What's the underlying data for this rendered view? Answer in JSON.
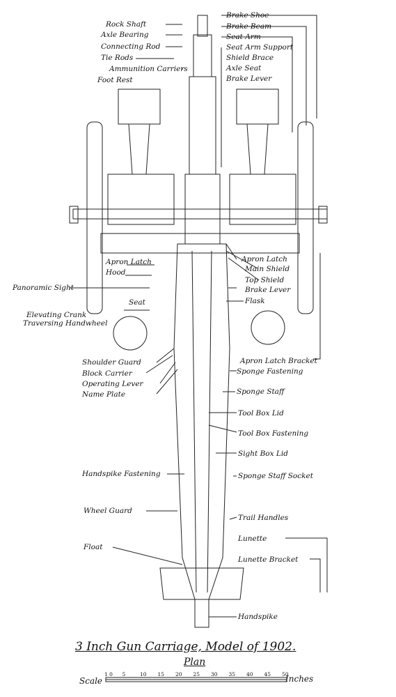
{
  "title": "3 Inch Gun Carriage, Model of 1902.",
  "subtitle": "Plan",
  "scale": {
    "word": "Scale",
    "unit": "Inches",
    "ticks": [
      "1 0",
      "5",
      "10",
      "15",
      "20",
      "25",
      "30",
      "35",
      "40",
      "45",
      "50"
    ]
  },
  "labels_left": [
    "Rock Shaft",
    "Axle Bearing",
    "Connecting Rod",
    "Tie Rods",
    "Ammunition Carriers",
    "Foot Rest",
    "Apron Latch",
    "Hood",
    "Panoramic Sight",
    "Seat",
    "Elevating Crank",
    "Traversing Handwheel",
    "Shoulder Guard",
    "Block Carrier",
    "Operating Lever",
    "Name Plate",
    "Handspike Fastening",
    "Wheel Guard",
    "Float"
  ],
  "labels_right": [
    "Brake Shoe",
    "Brake Beam",
    "Seat Arm",
    "Seat Arm Support",
    "Shield Brace",
    "Axle Seat",
    "Brake Lever",
    "Apron Latch",
    "Main Shield",
    "Top Shield",
    "Brake Lever",
    "Flask",
    "Apron Latch Bracket",
    "Sponge Fastening",
    "Sponge Staff",
    "Tool Box Lid",
    "Tool Box Fastening",
    "Sight Box Lid",
    "Sponge Staff Socket",
    "Trail Handles",
    "Lunette",
    "Lunette Bracket",
    "Handspike"
  ]
}
